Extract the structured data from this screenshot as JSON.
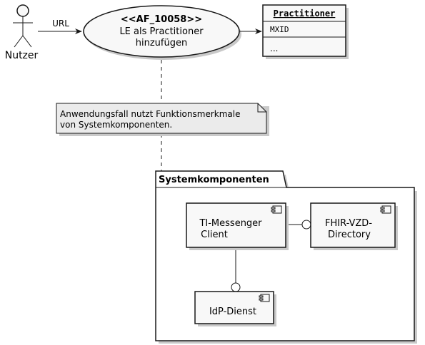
{
  "actor": {
    "label": "Nutzer"
  },
  "edge_url": {
    "label": "URL"
  },
  "usecase": {
    "stereotype": "<<AF_10058>>",
    "line1": "LE als Practitioner",
    "line2": "hinzufügen"
  },
  "class_box": {
    "title": "Practitioner",
    "field": "MXID",
    "more": "..."
  },
  "note": {
    "line1": "Anwendungsfall nutzt Funktionsmerkmale",
    "line2": "von Systemkomponenten."
  },
  "package": {
    "title": "Systemkomponenten",
    "components": {
      "client": {
        "line1": "TI-Messenger",
        "line2": "Client"
      },
      "directory": {
        "line1": "FHIR-VZD-",
        "line2": "Directory"
      },
      "idp": {
        "line1": "IdP-Dienst"
      }
    }
  }
}
